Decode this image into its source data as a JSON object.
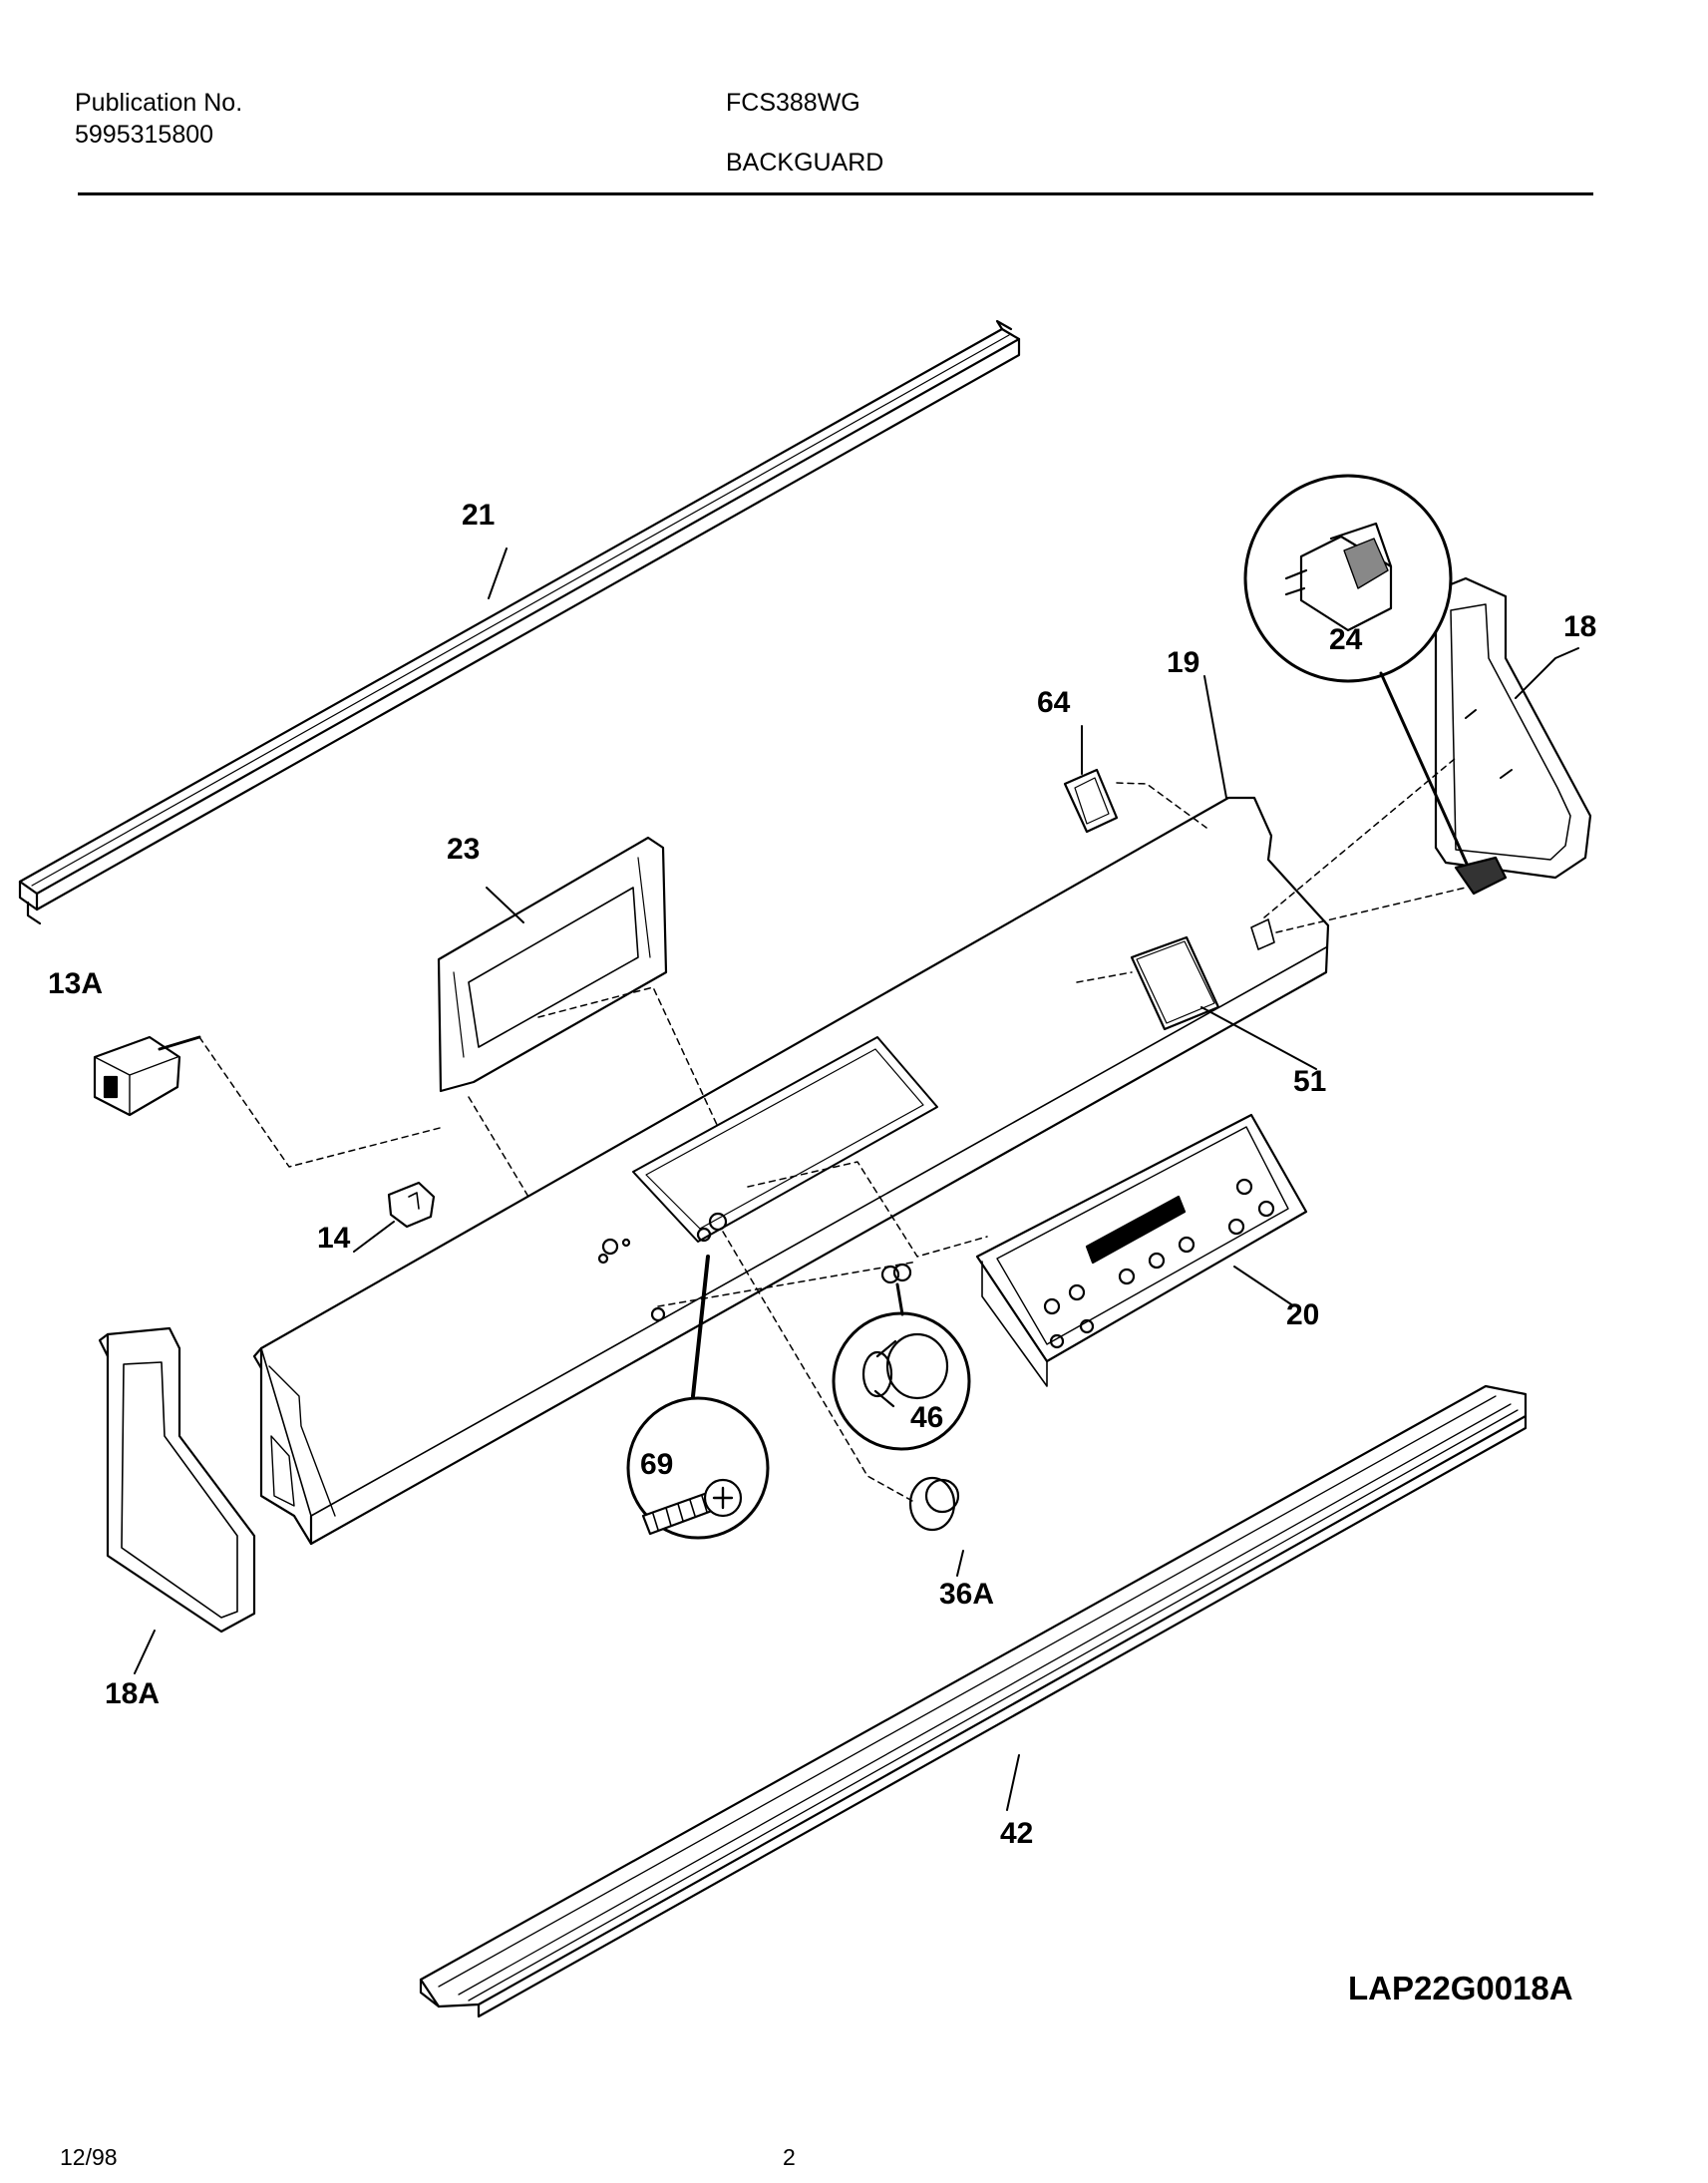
{
  "header": {
    "publication_label": "Publication No.",
    "publication_number": "5995315800",
    "model": "FCS388WG",
    "section": "BACKGUARD"
  },
  "parts": [
    {
      "id": "21",
      "label": "21"
    },
    {
      "id": "18",
      "label": "18"
    },
    {
      "id": "24",
      "label": "24"
    },
    {
      "id": "19",
      "label": "19"
    },
    {
      "id": "64",
      "label": "64"
    },
    {
      "id": "23",
      "label": "23"
    },
    {
      "id": "13A",
      "label": "13A"
    },
    {
      "id": "51",
      "label": "51"
    },
    {
      "id": "14",
      "label": "14"
    },
    {
      "id": "20",
      "label": "20"
    },
    {
      "id": "46",
      "label": "46"
    },
    {
      "id": "69",
      "label": "69"
    },
    {
      "id": "36A",
      "label": "36A"
    },
    {
      "id": "18A",
      "label": "18A"
    },
    {
      "id": "42",
      "label": "42"
    }
  ],
  "drawing_code": "LAP22G0018A",
  "footer": {
    "date": "12/98",
    "page": "2"
  }
}
